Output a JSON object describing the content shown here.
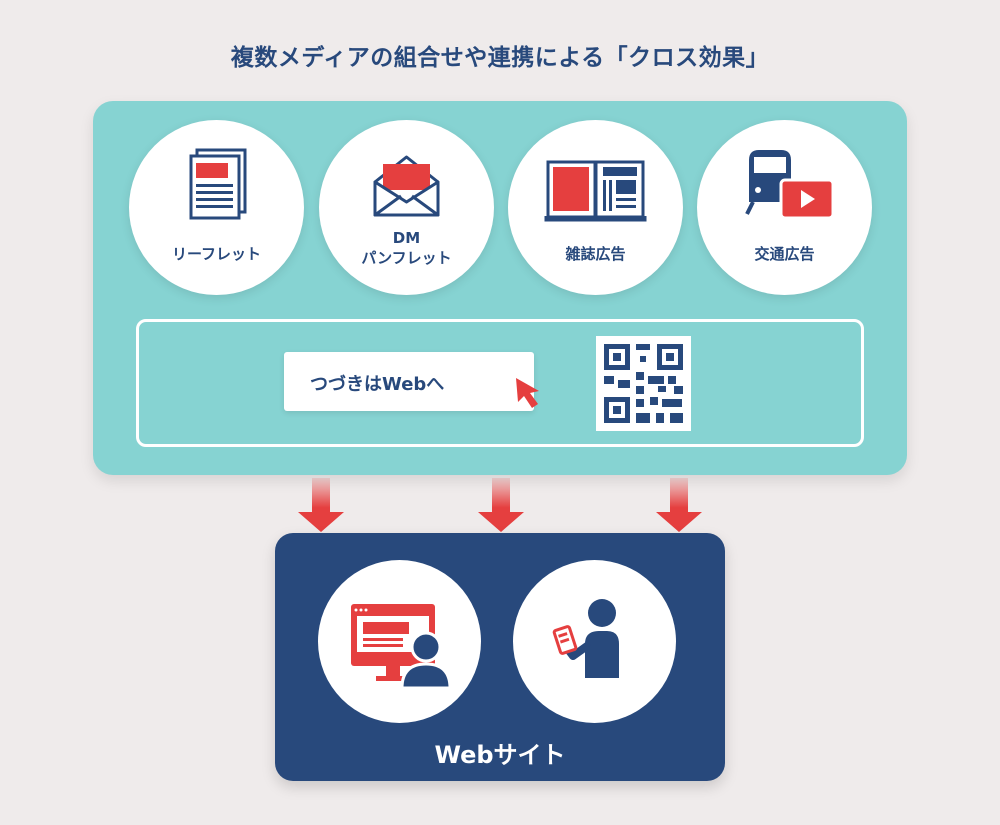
{
  "title": "複数メディアの組合せや連携による「クロス効果」",
  "media": [
    {
      "label": "リーフレット",
      "icon": "leaflet-icon"
    },
    {
      "label_line1": "DM",
      "label_line2": "パンフレット",
      "icon": "envelope-icon"
    },
    {
      "label": "雑誌広告",
      "icon": "magazine-icon"
    },
    {
      "label": "交通広告",
      "icon": "train-video-icon"
    }
  ],
  "cta": {
    "text": "つづきはWebへ"
  },
  "web": {
    "label": "Webサイト",
    "icons": [
      "desktop-user-icon",
      "smartphone-user-icon"
    ]
  },
  "colors": {
    "background": "#efebeb",
    "teal_panel": "#86d3d2",
    "navy": "#28497c",
    "red": "#e53f3f",
    "white": "#ffffff"
  }
}
